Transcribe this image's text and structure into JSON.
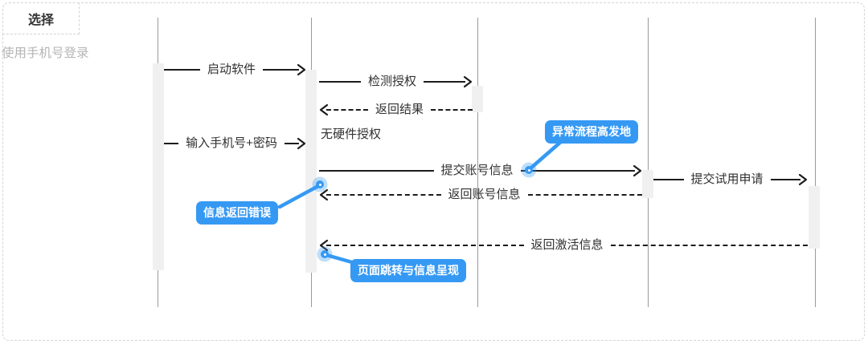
{
  "header": {
    "corner_label": "选择",
    "flow_title": "使用手机号登录"
  },
  "colors": {
    "accent": "#3599f4",
    "accent_halo": "rgba(53,153,244,0.32)",
    "arrow": "#1c1c1c",
    "lifeline": "#9a9a9a",
    "activation_bar": "#f0f0f0",
    "label_text": "#303030",
    "muted_text": "#b4b4b4",
    "dashed_border": "#d4d4d4"
  },
  "diagram": {
    "type": "sequence",
    "messages": [
      {
        "label": "启动软件",
        "style": "solid",
        "direction": "right"
      },
      {
        "label": "检测授权",
        "style": "solid",
        "direction": "right"
      },
      {
        "label": "返回结果",
        "style": "dashed",
        "direction": "left"
      },
      {
        "label": "输入手机号+密码",
        "style": "solid",
        "direction": "right"
      },
      {
        "label": "提交账号信息",
        "style": "solid",
        "direction": "right"
      },
      {
        "label": "返回账号信息",
        "style": "dashed",
        "direction": "left"
      },
      {
        "label": "提交试用申请",
        "style": "solid",
        "direction": "right"
      },
      {
        "label": "返回激活信息",
        "style": "dashed",
        "direction": "left"
      }
    ],
    "note": "无硬件授权",
    "annotations": [
      {
        "label": "异常流程高发地"
      },
      {
        "label": "信息返回错误"
      },
      {
        "label": "页面跳转与信息呈现"
      }
    ]
  }
}
